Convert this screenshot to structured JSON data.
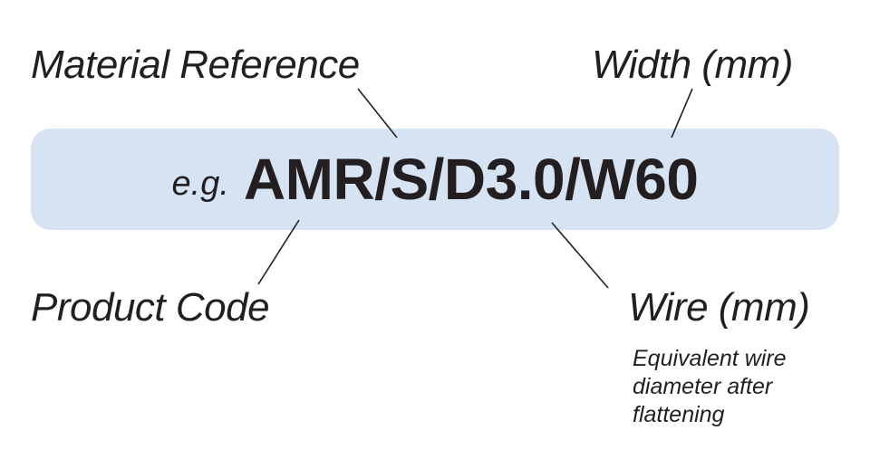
{
  "labels": {
    "material_reference": "Material Reference",
    "width": "Width (mm)",
    "product_code": "Product Code",
    "wire": "Wire (mm)"
  },
  "wire_note": {
    "line1": "Equivalent wire",
    "line2": "diameter after",
    "line3": "flattening"
  },
  "example": {
    "prefix": "e.g.",
    "code": "AMR/S/D3.0/W60"
  },
  "colors": {
    "box_fill": "#d6e3f3",
    "text": "#231f20",
    "leader_line": "#231f20"
  }
}
